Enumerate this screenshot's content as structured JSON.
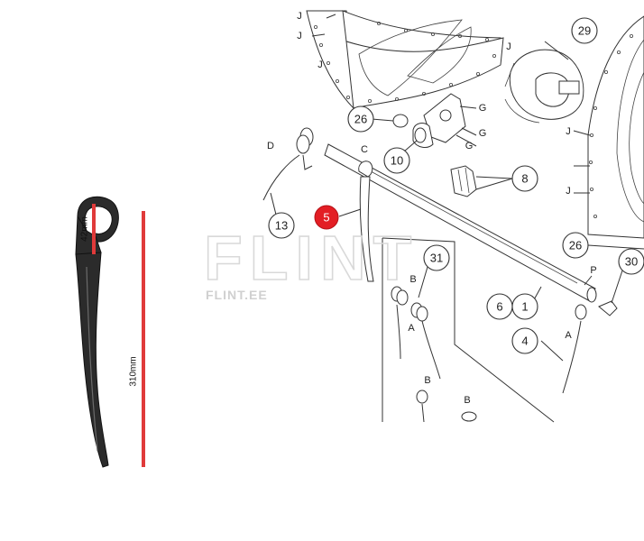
{
  "colors": {
    "dimension_line": "#e03a3a",
    "highlight_callout": "#e31e24",
    "line_art": "#333333",
    "tine": "#2b2b2b",
    "watermark": "#d9d9d9"
  },
  "watermark": {
    "main": "FLINT",
    "sub": "FLINT.EE"
  },
  "dimensions": {
    "height_label": "310mm",
    "loop_label": "42mm"
  },
  "callouts": [
    {
      "id": "c29",
      "label": "29"
    },
    {
      "id": "c26a",
      "label": "26"
    },
    {
      "id": "c10",
      "label": "10"
    },
    {
      "id": "c8",
      "label": "8"
    },
    {
      "id": "c13",
      "label": "13"
    },
    {
      "id": "c5",
      "label": "5",
      "highlighted": true
    },
    {
      "id": "c26b",
      "label": "26"
    },
    {
      "id": "c31",
      "label": "31"
    },
    {
      "id": "c30",
      "label": "30"
    },
    {
      "id": "c6",
      "label": "6"
    },
    {
      "id": "c1",
      "label": "1"
    },
    {
      "id": "c4",
      "label": "4"
    }
  ],
  "letters": {
    "J1": "J",
    "J2": "J",
    "J3": "J",
    "J4": "J",
    "J5": "J",
    "J6": "J",
    "G1": "G",
    "G2": "G",
    "G3": "G",
    "C": "C",
    "D": "D",
    "P": "P",
    "B1": "B",
    "B2": "B",
    "B3": "B",
    "A1": "A",
    "A2": "A"
  }
}
